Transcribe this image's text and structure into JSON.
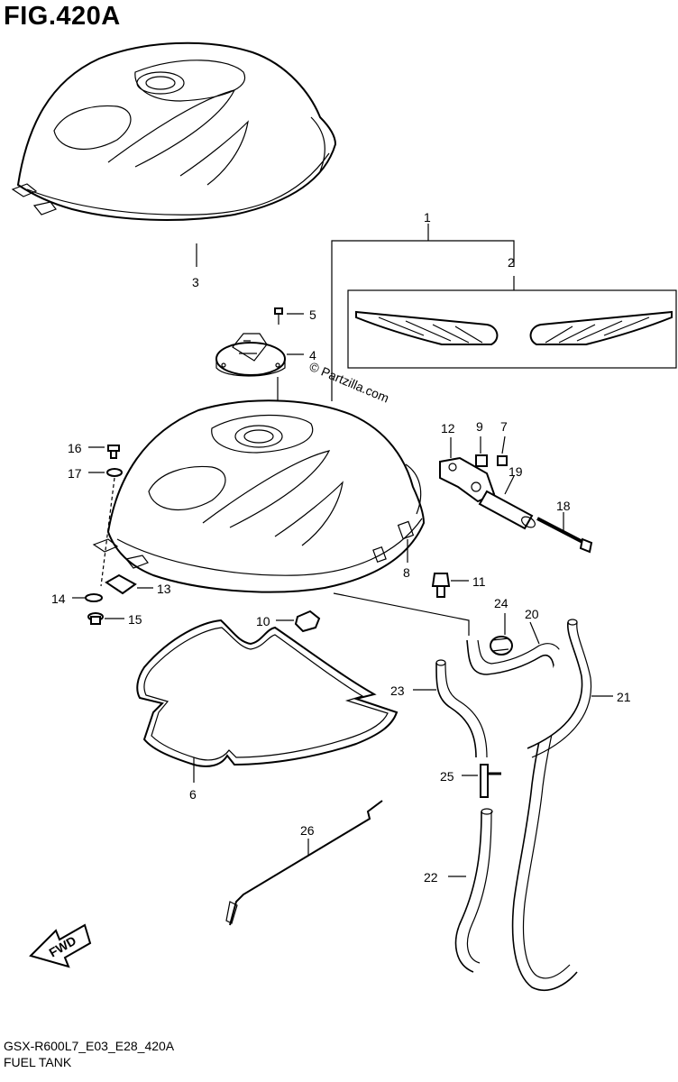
{
  "figure": {
    "title": "FIG.420A",
    "code": "GSX-R600L7_E03_E28_420A",
    "name": "FUEL TANK",
    "watermark": "© Partzilla.com",
    "fwd_label": "FWD"
  },
  "callouts": [
    "1",
    "2",
    "3",
    "4",
    "5",
    "6",
    "7",
    "8",
    "9",
    "10",
    "11",
    "12",
    "13",
    "14",
    "15",
    "16",
    "17",
    "18",
    "19",
    "20",
    "21",
    "22",
    "23",
    "24",
    "25",
    "26"
  ]
}
